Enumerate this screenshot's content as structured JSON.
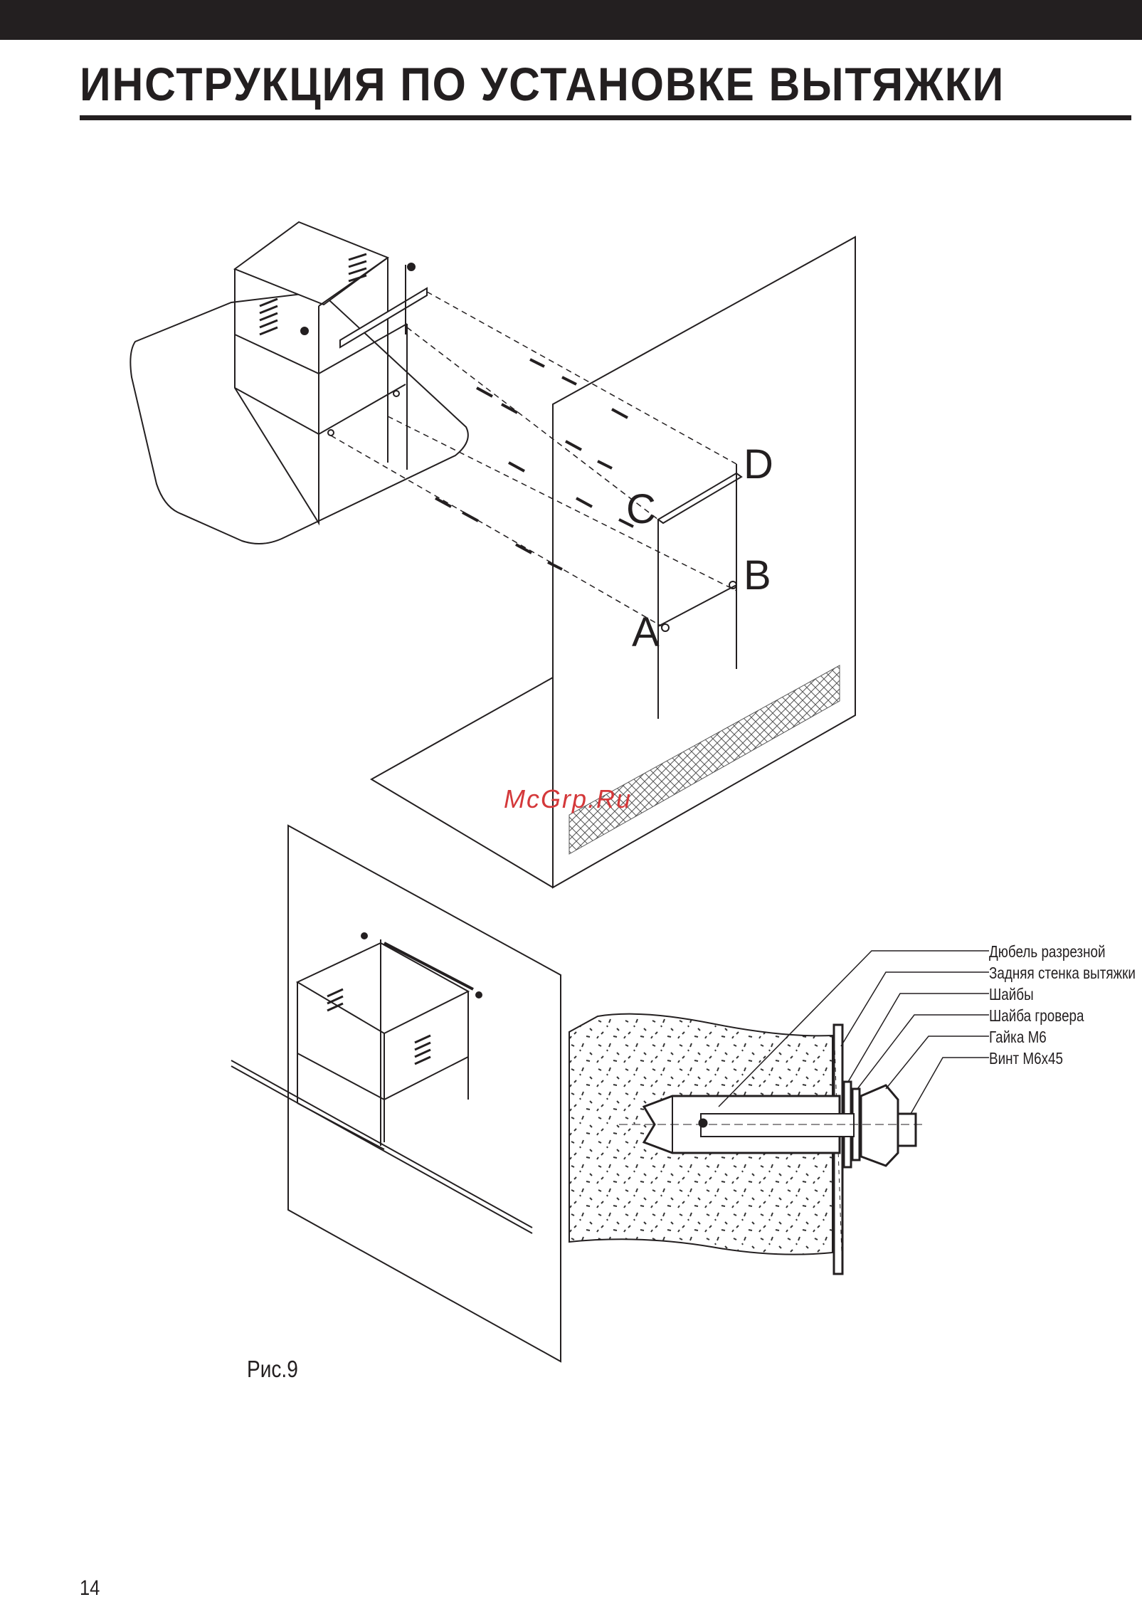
{
  "header": {
    "title": "ИНСТРУКЦИЯ ПО УСТАНОВКЕ ВЫТЯЖКИ"
  },
  "diagram_top": {
    "labels": {
      "a": "A",
      "b": "B",
      "c": "C",
      "d": "D"
    }
  },
  "watermark": "McGrp.Ru",
  "legend": {
    "items": [
      "Дюбель разрезной",
      "Задняя стенка вытяжки",
      "Шайбы",
      "Шайба гровера",
      "Гайка М6",
      "Винт М6х45"
    ]
  },
  "figure": {
    "caption": "Рис.9"
  },
  "footer": {
    "page_number": "14"
  }
}
